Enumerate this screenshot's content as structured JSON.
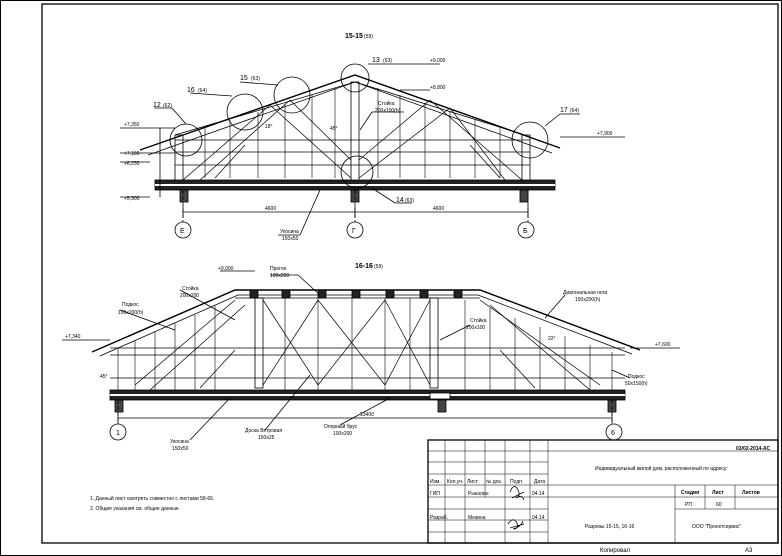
{
  "section1": {
    "title": "15-15",
    "title_ref": "(59)",
    "callouts": {
      "c12": "12",
      "c12_ref": "(62)",
      "c13": "13",
      "c13_ref": "(63)",
      "c14": "14",
      "c14_ref": "(63)",
      "c15": "15",
      "c15_ref": "(63)",
      "c16": "16",
      "c16_ref": "(64)",
      "c17": "17",
      "c17_ref": "(64)"
    },
    "elevations": {
      "e9000": "+9,000",
      "e8800": "+8,800",
      "e7350": "+7,350",
      "e7180": "+7,180",
      "e6230": "+6,230",
      "e5900": "+5,900",
      "e7900": "+7,900"
    },
    "post_label": "Стойка",
    "post_size": "200x100(h)",
    "angle_45": "45°",
    "angle_18": "18°",
    "dim_left": "4600",
    "dim_right": "4600",
    "beam_label": "Укосина",
    "beam_size": "150x50",
    "axis_e": "Е",
    "axis_g": "Г",
    "axis_b": "Б"
  },
  "section2": {
    "title": "16-16",
    "title_ref": "(59)",
    "elevations": {
      "e9000": "+9,000",
      "e7340": "+7,340",
      "e7600": "+7,600"
    },
    "purlin_label": "Прогон",
    "purlin_size": "100x200",
    "post1_label": "Стойка",
    "post1_size": "200x200",
    "strut_label": "Подкос",
    "strut_size": "100x200(h)",
    "post2_label": "Стойка",
    "post2_size": "200x100",
    "diag_label": "Диагональная нога",
    "diag_size": "150x200(h)",
    "strut2_label": "Подкос",
    "strut2_size": "50x150(h)",
    "angle_45": "45°",
    "angle_22": "22°",
    "dim_total": "13400",
    "beam_label": "Укосина",
    "beam_size": "150x50",
    "wind_label": "Доска Ветровая",
    "wind_size": "150x25",
    "bearing_label": "Опорный брус",
    "bearing_size": "100x200",
    "axis_1": "1",
    "axis_6": "6"
  },
  "notes": [
    "1.    Данный лист смотреть совместно с листами 58-66.",
    "2.    Общие указания см. общие данные."
  ],
  "stamp": {
    "code": "03/02-2014-АС",
    "project": "Индивидуальный жилой дом, расположенный по адресу:",
    "headers": [
      "Изм.",
      "Кол.уч.",
      "Лист",
      "№ док.",
      "Подп.",
      "Дата"
    ],
    "row1_role": "ГИП",
    "row1_name": "Рыкалин",
    "row1_date": "04.14",
    "row2_role": "Разраб.",
    "row2_name": "Мезина",
    "row2_date": "04.14",
    "stage_label": "Стадия",
    "sheet_label": "Лист",
    "sheets_label": "Листов",
    "stage": "РП",
    "sheet": "60",
    "sheet_title": "Разрезы 15-15, 16-16",
    "company": "ООО \"Проектсервис\""
  },
  "footer": {
    "copied": "Копировал",
    "format": "А3"
  }
}
